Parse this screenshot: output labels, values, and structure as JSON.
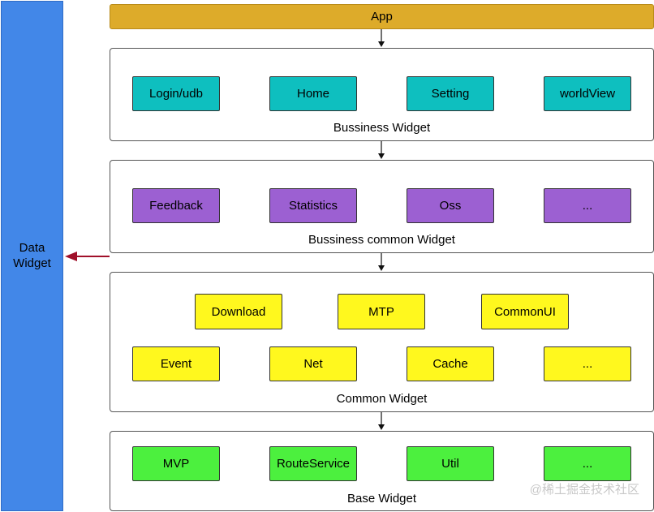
{
  "data_widget": {
    "label_line1": "Data",
    "label_line2": "Widget"
  },
  "app": {
    "label": "App"
  },
  "layers": {
    "business": {
      "title": "Bussiness Widget",
      "items": [
        "Login/udb",
        "Home",
        "Setting",
        "worldView"
      ]
    },
    "business_common": {
      "title": "Bussiness common Widget",
      "items": [
        "Feedback",
        "Statistics",
        "Oss",
        "..."
      ]
    },
    "common": {
      "title": "Common Widget",
      "row1": [
        "Download",
        "MTP",
        "CommonUI"
      ],
      "row2": [
        "Event",
        "Net",
        "Cache",
        "..."
      ]
    },
    "base": {
      "title": "Base Widget",
      "items": [
        "MVP",
        "RouteService",
        "Util",
        "..."
      ]
    }
  },
  "watermark": "@稀土掘金技术社区",
  "colors": {
    "data_widget": "#4287e8",
    "app": "#ddab2a",
    "business_box": "#0ebfbf",
    "business_common_box": "#9c60d2",
    "common_box": "#fff81e",
    "base_box": "#4cf03e",
    "data_arrow": "#a0102a"
  },
  "icons": [
    "arrow-down-icon",
    "arrow-left-icon"
  ]
}
